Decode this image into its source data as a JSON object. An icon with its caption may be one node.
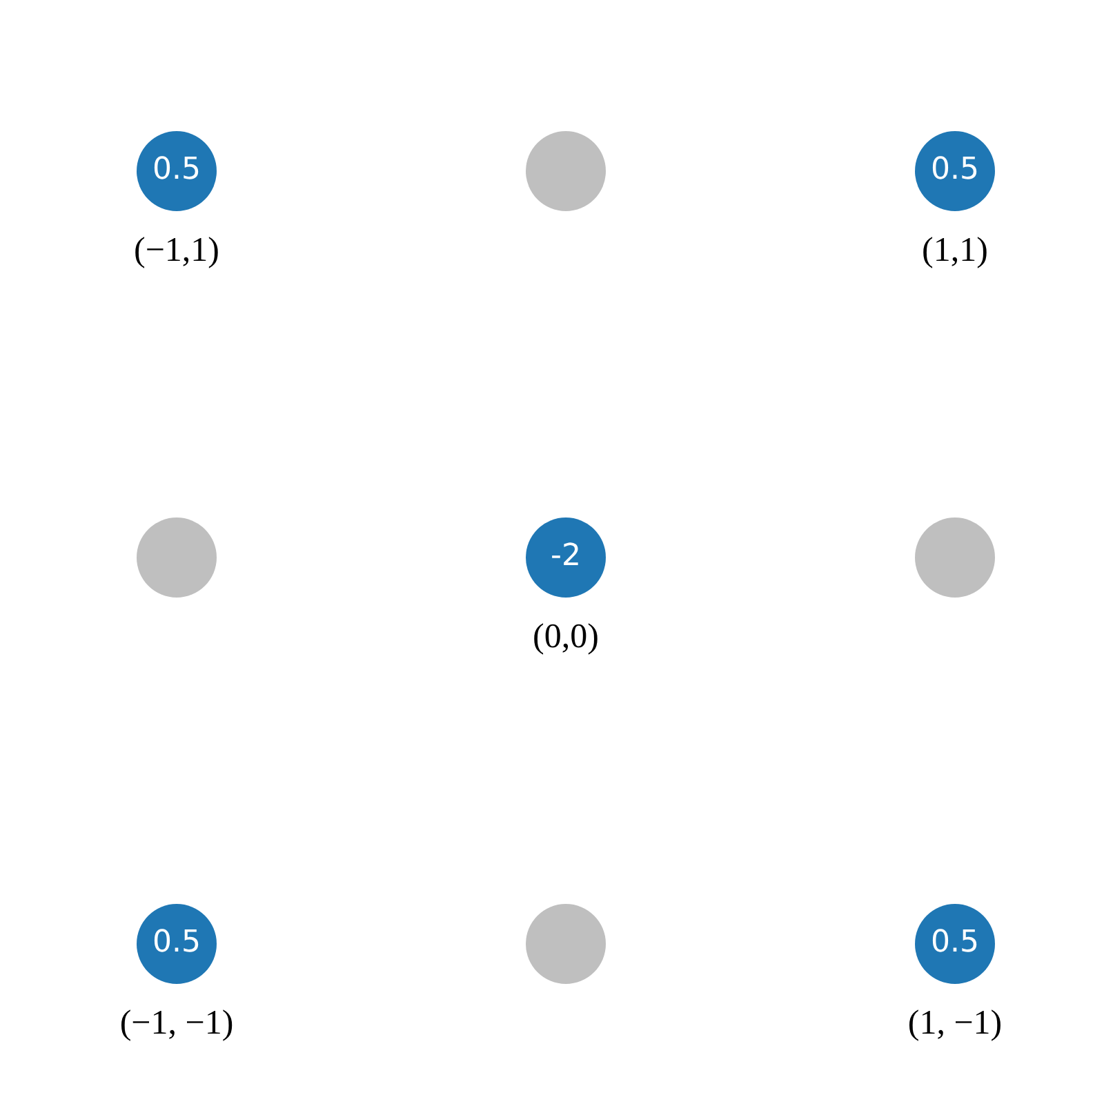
{
  "diagram": {
    "nodes": [
      {
        "text": [
          "0.5"
        ],
        "beside": [
          "(−1,1)"
        ]
      },
      {
        "text": [],
        "shape": "circle"
      },
      {
        "text": [
          "0.5"
        ],
        "beside": [
          "(1,1)"
        ]
      },
      {
        "text": [],
        "shape": "circle"
      },
      {
        "text": [
          "-2"
        ],
        "beside": [
          "(0,0)"
        ]
      },
      {
        "text": [],
        "shape": "circle"
      },
      {
        "text": [
          "0.5"
        ],
        "beside": [
          "(−1, −1)"
        ]
      },
      {
        "text": [],
        "shape": "circle"
      },
      {
        "text": [
          "0.5"
        ],
        "beside": [
          "(1, −1)"
        ]
      }
    ]
  }
}
